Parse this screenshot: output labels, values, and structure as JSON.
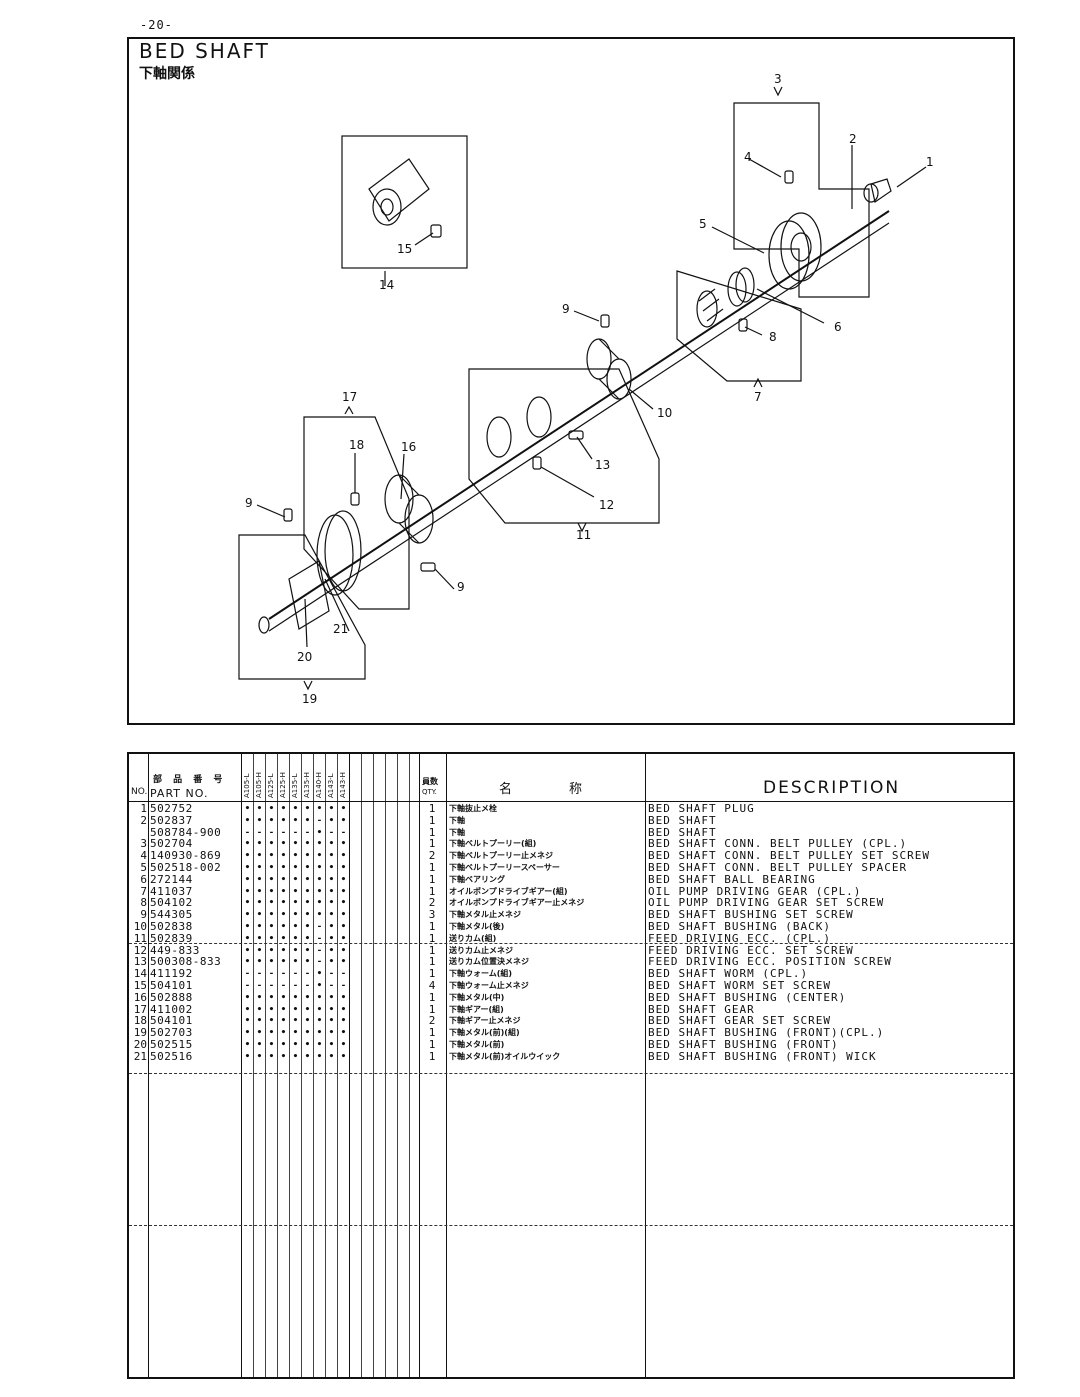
{
  "page": {
    "number": "-20-"
  },
  "figure": {
    "title": "BED SHAFT",
    "subtitle_jp": "下軸関係",
    "callouts": [
      "1",
      "2",
      "3",
      "4",
      "5",
      "6",
      "7",
      "8",
      "9",
      "9",
      "9",
      "10",
      "11",
      "12",
      "13",
      "14",
      "15",
      "16",
      "17",
      "18",
      "19",
      "20",
      "21"
    ]
  },
  "table": {
    "headers": {
      "no": "NO.",
      "part_jp": "部 品 番 号",
      "part": "PART NO.",
      "qty_jp": "員数",
      "qty": "QTY.",
      "name_jp_1": "名",
      "name_jp_2": "称",
      "description": "DESCRIPTION"
    },
    "models": [
      "A105-L",
      "A105-H",
      "A125-L",
      "A125-H",
      "A135-L",
      "A135-H",
      "A140-H",
      "A143-L",
      "A143-H"
    ],
    "rows": [
      {
        "no": "1",
        "part": "502752",
        "marks": [
          "•",
          "•",
          "•",
          "•",
          "•",
          "•",
          "•",
          "•",
          "•"
        ],
        "qty": "1",
        "name_jp": "下軸抜止メ栓",
        "desc": "BED SHAFT PLUG"
      },
      {
        "no": "2",
        "part": "502837",
        "marks": [
          "•",
          "•",
          "•",
          "•",
          "•",
          "•",
          "-",
          "•",
          "•"
        ],
        "qty": "1",
        "name_jp": "下軸",
        "desc": "BED SHAFT"
      },
      {
        "no": "",
        "part": "508784-900",
        "marks": [
          "-",
          "-",
          "-",
          "-",
          "-",
          "-",
          "•",
          "-",
          "-"
        ],
        "qty": "1",
        "name_jp": "下軸",
        "desc": "BED SHAFT"
      },
      {
        "no": "3",
        "part": "502704",
        "marks": [
          "•",
          "•",
          "•",
          "•",
          "•",
          "•",
          "•",
          "•",
          "•"
        ],
        "qty": "1",
        "name_jp": "下軸ベルトプーリー(組)",
        "desc": "BED SHAFT CONN. BELT PULLEY (CPL.)"
      },
      {
        "no": "4",
        "part": "140930-869",
        "marks": [
          "•",
          "•",
          "•",
          "•",
          "•",
          "•",
          "•",
          "•",
          "•"
        ],
        "qty": "2",
        "name_jp": "下軸ベルトプーリー止メネジ",
        "desc": "BED SHAFT CONN. BELT PULLEY SET SCREW"
      },
      {
        "no": "5",
        "part": "502518-002",
        "marks": [
          "•",
          "•",
          "•",
          "•",
          "•",
          "•",
          "•",
          "•",
          "•"
        ],
        "qty": "1",
        "name_jp": "下軸ベルトプーリースペーサー",
        "desc": "BED SHAFT CONN. BELT PULLEY SPACER"
      },
      {
        "no": "6",
        "part": "272144",
        "marks": [
          "•",
          "•",
          "•",
          "•",
          "•",
          "•",
          "•",
          "•",
          "•"
        ],
        "qty": "1",
        "name_jp": "下軸ベアリング",
        "desc": "BED SHAFT BALL BEARING"
      },
      {
        "no": "7",
        "part": "411037",
        "marks": [
          "•",
          "•",
          "•",
          "•",
          "•",
          "•",
          "•",
          "•",
          "•"
        ],
        "qty": "1",
        "name_jp": "オイルポンプドライブギアー(組)",
        "desc": "OIL PUMP DRIVING GEAR (CPL.)"
      },
      {
        "no": "8",
        "part": "504102",
        "marks": [
          "•",
          "•",
          "•",
          "•",
          "•",
          "•",
          "•",
          "•",
          "•"
        ],
        "qty": "2",
        "name_jp": "オイルポンプドライブギアー止メネジ",
        "desc": "OIL PUMP DRIVING GEAR SET SCREW"
      },
      {
        "no": "9",
        "part": "544305",
        "marks": [
          "•",
          "•",
          "•",
          "•",
          "•",
          "•",
          "•",
          "•",
          "•"
        ],
        "qty": "3",
        "name_jp": "下軸メタル止メネジ",
        "desc": "BED SHAFT BUSHING SET SCREW"
      },
      {
        "no": "10",
        "part": "502838",
        "marks": [
          "•",
          "•",
          "•",
          "•",
          "•",
          "•",
          "-",
          "•",
          "•"
        ],
        "qty": "1",
        "name_jp": "下軸メタル(後)",
        "desc": "BED SHAFT BUSHING (BACK)"
      },
      {
        "no": "11",
        "part": "502839",
        "marks": [
          "•",
          "•",
          "•",
          "•",
          "•",
          "•",
          "-",
          "•",
          "•"
        ],
        "qty": "1",
        "name_jp": "送りカム(組)",
        "desc": "FEED DRIVING ECC. (CPL.)"
      },
      {
        "no": "12",
        "part": "449-833",
        "marks": [
          "•",
          "•",
          "•",
          "•",
          "•",
          "•",
          "-",
          "•",
          "•"
        ],
        "qty": "1",
        "name_jp": "送りカム止メネジ",
        "desc": "FEED DRIVING ECC. SET SCREW"
      },
      {
        "no": "13",
        "part": "500308-833",
        "marks": [
          "•",
          "•",
          "•",
          "•",
          "•",
          "•",
          "-",
          "•",
          "•"
        ],
        "qty": "1",
        "name_jp": "送りカム位置決メネジ",
        "desc": "FEED DRIVING ECC. POSITION SCREW"
      },
      {
        "no": "14",
        "part": "411192",
        "marks": [
          "-",
          "-",
          "-",
          "-",
          "-",
          "-",
          "•",
          "-",
          "-"
        ],
        "qty": "1",
        "name_jp": "下軸ウォーム(組)",
        "desc": "BED SHAFT WORM (CPL.)"
      },
      {
        "no": "15",
        "part": "504101",
        "marks": [
          "-",
          "-",
          "-",
          "-",
          "-",
          "-",
          "•",
          "-",
          "-"
        ],
        "qty": "4",
        "name_jp": "下軸ウォーム止メネジ",
        "desc": "BED SHAFT WORM SET SCREW"
      },
      {
        "no": "16",
        "part": "502888",
        "marks": [
          "•",
          "•",
          "•",
          "•",
          "•",
          "•",
          "•",
          "•",
          "•"
        ],
        "qty": "1",
        "name_jp": "下軸メタル(中)",
        "desc": "BED SHAFT BUSHING (CENTER)"
      },
      {
        "no": "17",
        "part": "411002",
        "marks": [
          "•",
          "•",
          "•",
          "•",
          "•",
          "•",
          "•",
          "•",
          "•"
        ],
        "qty": "1",
        "name_jp": "下軸ギアー(組)",
        "desc": "BED SHAFT GEAR"
      },
      {
        "no": "18",
        "part": "504101",
        "marks": [
          "•",
          "•",
          "•",
          "•",
          "•",
          "•",
          "•",
          "•",
          "•"
        ],
        "qty": "2",
        "name_jp": "下軸ギアー止メネジ",
        "desc": "BED SHAFT GEAR SET SCREW"
      },
      {
        "no": "19",
        "part": "502703",
        "marks": [
          "•",
          "•",
          "•",
          "•",
          "•",
          "•",
          "•",
          "•",
          "•"
        ],
        "qty": "1",
        "name_jp": "下軸メタル(前)(組)",
        "desc": "BED SHAFT BUSHING (FRONT)(CPL.)"
      },
      {
        "no": "20",
        "part": "502515",
        "marks": [
          "•",
          "•",
          "•",
          "•",
          "•",
          "•",
          "•",
          "•",
          "•"
        ],
        "qty": "1",
        "name_jp": "下軸メタル(前)",
        "desc": "BED SHAFT BUSHING (FRONT)"
      },
      {
        "no": "21",
        "part": "502516",
        "marks": [
          "•",
          "•",
          "•",
          "•",
          "•",
          "•",
          "•",
          "•",
          "•"
        ],
        "qty": "1",
        "name_jp": "下軸メタル(前)オイルウイック",
        "desc": "BED SHAFT BUSHING (FRONT) WICK"
      }
    ]
  }
}
